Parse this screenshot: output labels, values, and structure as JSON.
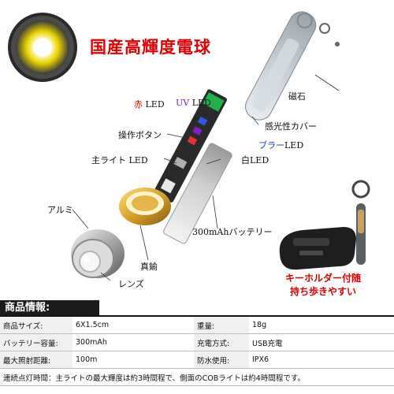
{
  "headline": "国産高輝度電球",
  "callouts": {
    "magnet": "磁石",
    "red_led_a": "赤",
    "red_led_b": " LED",
    "uv_led_a": "UV",
    "uv_led_b": " LED",
    "button": "操作ボタン",
    "luminous_cover": "感光性カバー",
    "blue_led_a": "ブラー",
    "blue_led_b": "LED",
    "main_led": "主ライト LED",
    "white_led": "白LED",
    "aluminum": "アルミ",
    "battery": "300mAhバッテリー",
    "brass": "真鍮",
    "lens": "レンズ"
  },
  "promo": {
    "line1": "キーホルダー付随",
    "line2": "持ち歩きやすい"
  },
  "specs": {
    "header": "商品情報:",
    "rows": [
      [
        "商品サイズ:",
        "6X1.5cm",
        "重量:",
        "18g"
      ],
      [
        "バッテリー容量:",
        "300mAh",
        "充電方式:",
        "USB充電"
      ],
      [
        "最大照射距離:",
        "100m",
        "防水使用:",
        "IPX6"
      ]
    ],
    "footer": "連続点灯時間：主ライトの最大輝度は約3時間程で、側面のCOBライトは約4時間程です。"
  },
  "colors": {
    "accent_red": "#e00000",
    "uv_purple": "#7a22c8",
    "blue": "#1a3ad0",
    "table_key_bg": "#f0f0f0"
  }
}
